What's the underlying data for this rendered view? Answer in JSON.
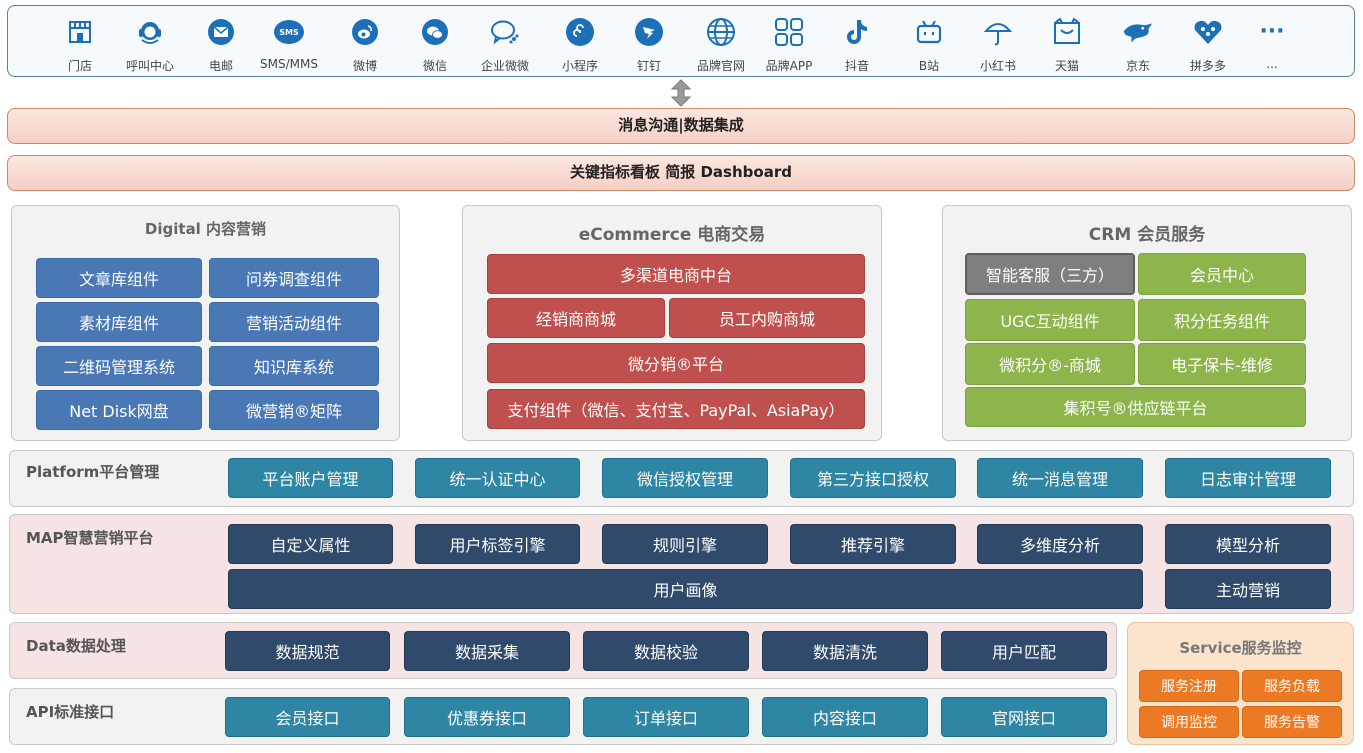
{
  "channels": [
    {
      "label": "门店",
      "icon": "store-icon"
    },
    {
      "label": "呼叫中心",
      "icon": "headset-icon"
    },
    {
      "label": "电邮",
      "icon": "mail-icon"
    },
    {
      "label": "SMS/MMS",
      "icon": "sms-icon"
    },
    {
      "label": "微博",
      "icon": "weibo-icon"
    },
    {
      "label": "微信",
      "icon": "wechat-icon"
    },
    {
      "label": "企业微微",
      "icon": "wecom-icon"
    },
    {
      "label": "小程序",
      "icon": "miniprogram-icon"
    },
    {
      "label": "钉钉",
      "icon": "dingtalk-icon"
    },
    {
      "label": "品牌官网",
      "icon": "globe-icon"
    },
    {
      "label": "品牌APP",
      "icon": "app-grid-icon"
    },
    {
      "label": "抖音",
      "icon": "douyin-icon"
    },
    {
      "label": "B站",
      "icon": "bilibili-icon"
    },
    {
      "label": "小红书",
      "icon": "umbrella-icon"
    },
    {
      "label": "天猫",
      "icon": "tmall-icon"
    },
    {
      "label": "京东",
      "icon": "jd-icon"
    },
    {
      "label": "拼多多",
      "icon": "pinduoduo-icon"
    },
    {
      "label": "...",
      "icon": "more-icon"
    }
  ],
  "icon_glyphs": {
    "sms_text": "SMS",
    "more_glyph": "···"
  },
  "banners": {
    "messaging": "消息沟通|数据集成",
    "dashboard": "关键指标看板 简报 Dashboard"
  },
  "digital": {
    "title": "Digital 内容营销",
    "items": [
      "文章库组件",
      "问券调查组件",
      "素材库组件",
      "营销活动组件",
      "二维码管理系统",
      "知识库系统",
      "Net Disk网盘",
      "微营销®矩阵"
    ]
  },
  "ecommerce": {
    "title": "eCommerce 电商交易",
    "items": [
      "多渠道电商中台",
      "经销商商城",
      "员工内购商城",
      "微分销®平台",
      "支付组件（微信、支付宝、PayPal、AsiaPay）"
    ]
  },
  "crm": {
    "title": "CRM 会员服务",
    "items": [
      "智能客服（三方）",
      "会员中心",
      "UGC互动组件",
      "积分任务组件",
      "微积分®-商城",
      "电子保卡-维修",
      "集积号®供应链平台"
    ]
  },
  "platform": {
    "title": "Platform平台管理",
    "items": [
      "平台账户管理",
      "统一认证中心",
      "微信授权管理",
      "第三方接口授权",
      "统一消息管理",
      "日志审计管理"
    ]
  },
  "map": {
    "title": "MAP智慧营销平台",
    "items": [
      "自定义属性",
      "用户标签引擎",
      "规则引擎",
      "推荐引擎",
      "多维度分析",
      "模型分析",
      "用户画像",
      "主动营销"
    ]
  },
  "data": {
    "title": "Data数据处理",
    "items": [
      "数据规范",
      "数据采集",
      "数据校验",
      "数据清洗",
      "用户匹配"
    ]
  },
  "api": {
    "title": "API标准接口",
    "items": [
      "会员接口",
      "优惠券接口",
      "订单接口",
      "内容接口",
      "官网接口"
    ]
  },
  "service": {
    "title": "Service服务监控",
    "items": [
      "服务注册",
      "服务负载",
      "调用监控",
      "服务告警"
    ]
  },
  "colors": {
    "blue": "#4a78b5",
    "red": "#c0504d",
    "green": "#8db54b",
    "teal": "#2e86a4",
    "navy": "#2f4a6b",
    "orange": "#ec7a24"
  }
}
